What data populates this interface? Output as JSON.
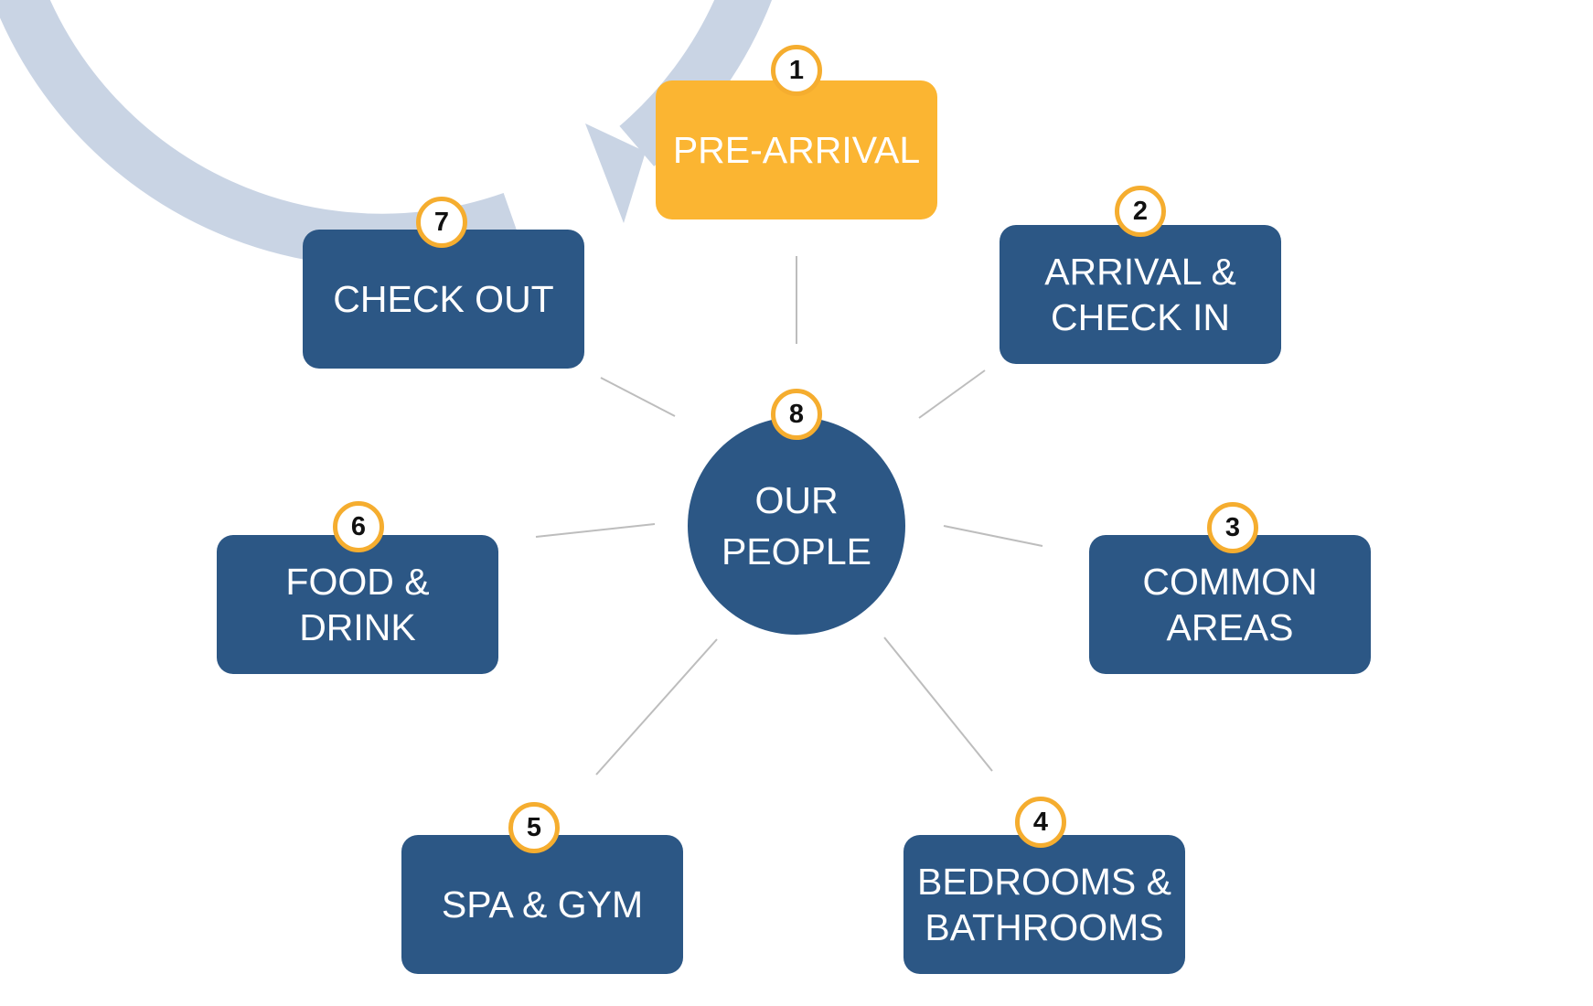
{
  "center": {
    "number": "8",
    "label": "OUR\nPEOPLE"
  },
  "steps": [
    {
      "number": "1",
      "label": "PRE-ARRIVAL"
    },
    {
      "number": "2",
      "label": "ARRIVAL &\nCHECK IN"
    },
    {
      "number": "3",
      "label": "COMMON\nAREAS"
    },
    {
      "number": "4",
      "label": "BEDROOMS &\nBATHROOMS"
    },
    {
      "number": "5",
      "label": "SPA & GYM"
    },
    {
      "number": "6",
      "label": "FOOD &\nDRINK"
    },
    {
      "number": "7",
      "label": "CHECK OUT"
    }
  ],
  "colors": {
    "step_box": "#2c5785",
    "highlight_box": "#fbb532",
    "badge_border": "#f5ad2f",
    "ring": "#c9d4e4",
    "spoke": "#bdbdbd"
  }
}
